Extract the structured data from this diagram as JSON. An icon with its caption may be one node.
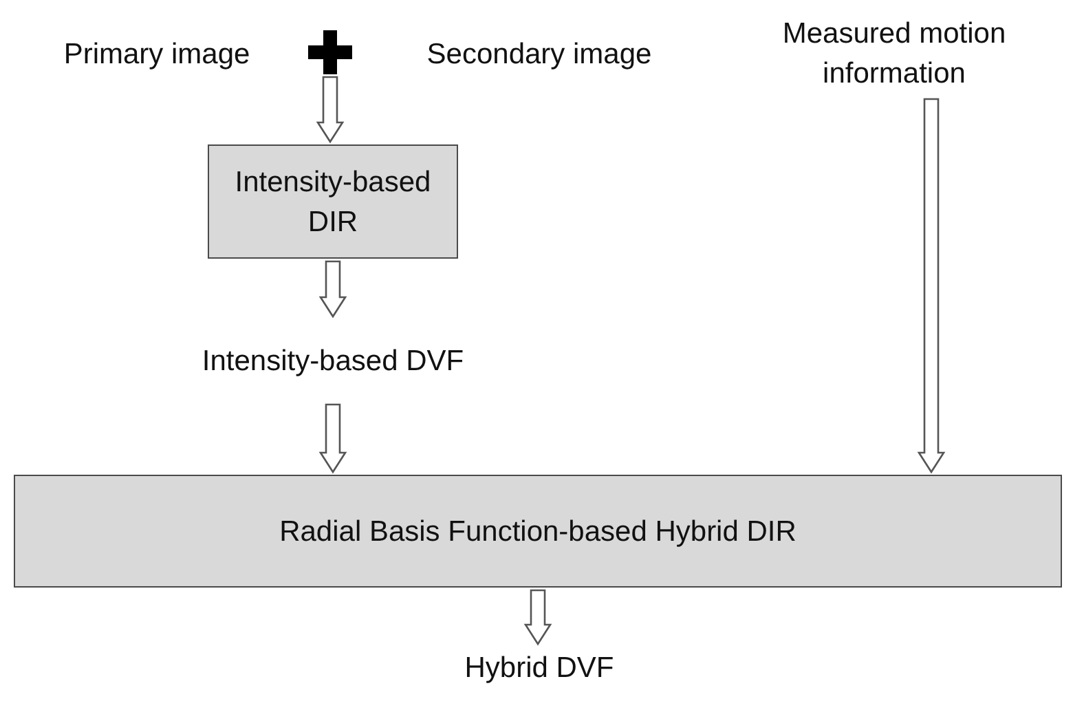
{
  "diagram": {
    "nodes": [
      {
        "text": [
          "Primary image"
        ]
      },
      {
        "text": [],
        "shape": "plus"
      },
      {
        "text": [
          "Secondary image"
        ]
      },
      {
        "text": [
          "Measured motion information"
        ]
      },
      {
        "text": [
          "Intensity-based DIR"
        ]
      },
      {
        "text": [
          "Intensity-based DVF"
        ]
      },
      {
        "text": [
          "Radial Basis Function-based Hybrid DIR"
        ]
      },
      {
        "text": [
          "Hybrid DVF"
        ]
      }
    ],
    "edges": [
      {
        "from": 1,
        "to": 4,
        "arrow": "to"
      },
      {
        "from": 4,
        "to": 5,
        "arrow": "to"
      },
      {
        "from": 5,
        "to": 6,
        "arrow": "to"
      },
      {
        "from": 3,
        "to": 6,
        "arrow": "to"
      },
      {
        "from": 6,
        "to": 7,
        "arrow": "to"
      }
    ]
  }
}
